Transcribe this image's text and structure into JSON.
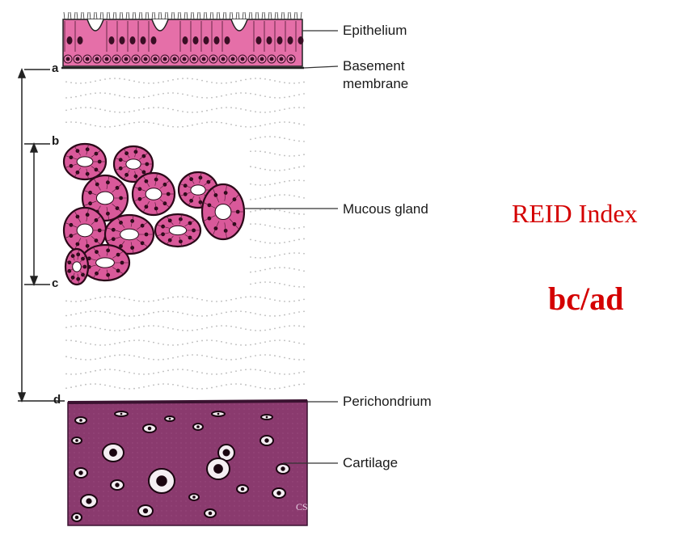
{
  "labels": {
    "epithelium": "Epithelium",
    "basement_line1": "Basement",
    "basement_line2": "membrane",
    "mucous_gland": "Mucous gland",
    "perichondrium": "Perichondrium",
    "cartilage": "Cartilage"
  },
  "markers": {
    "a": "a",
    "b": "b",
    "c": "c",
    "d": "d"
  },
  "reid": {
    "title": "REID Index",
    "formula": "bc/ad"
  },
  "watermark": "CS",
  "colors": {
    "epithelium": "#e56fa8",
    "gland": "#d9599a",
    "cartilage": "#8a3a6e",
    "accent_text": "#d40000"
  }
}
